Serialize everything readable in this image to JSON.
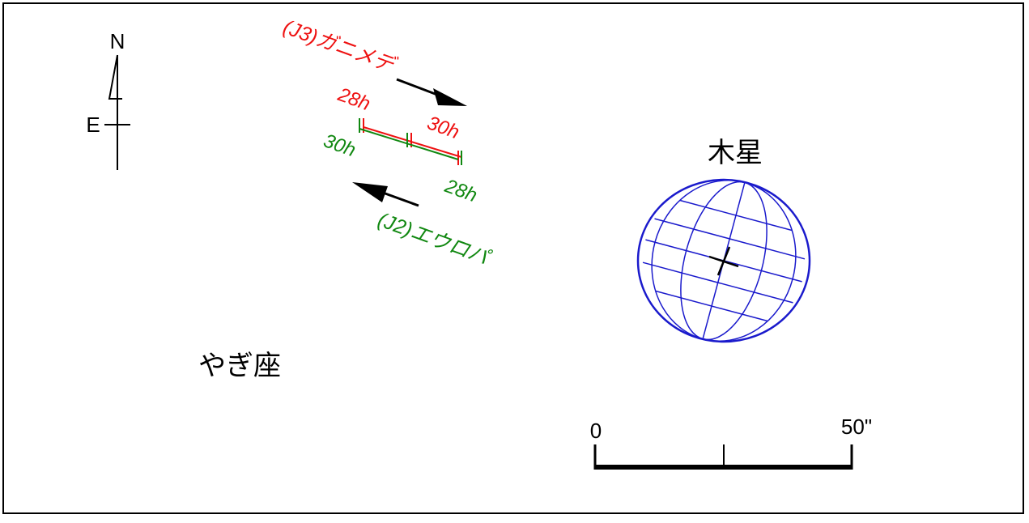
{
  "compass": {
    "north": "N",
    "east": "E"
  },
  "ganymede": {
    "name": "(J3)ガニメデ",
    "time_start": "28h",
    "time_end": "30h",
    "color": "#ee1111"
  },
  "europa": {
    "name": "(J2)エウロパ",
    "time_start": "30h",
    "time_end": "28h",
    "color": "#118811"
  },
  "jupiter": {
    "label": "木星",
    "color": "#1a1acc"
  },
  "constellation": {
    "label": "やぎ座"
  },
  "scale": {
    "start_label": "0",
    "end_label": "50\""
  },
  "colors": {
    "frame": "#000000",
    "arrow": "#000000"
  }
}
